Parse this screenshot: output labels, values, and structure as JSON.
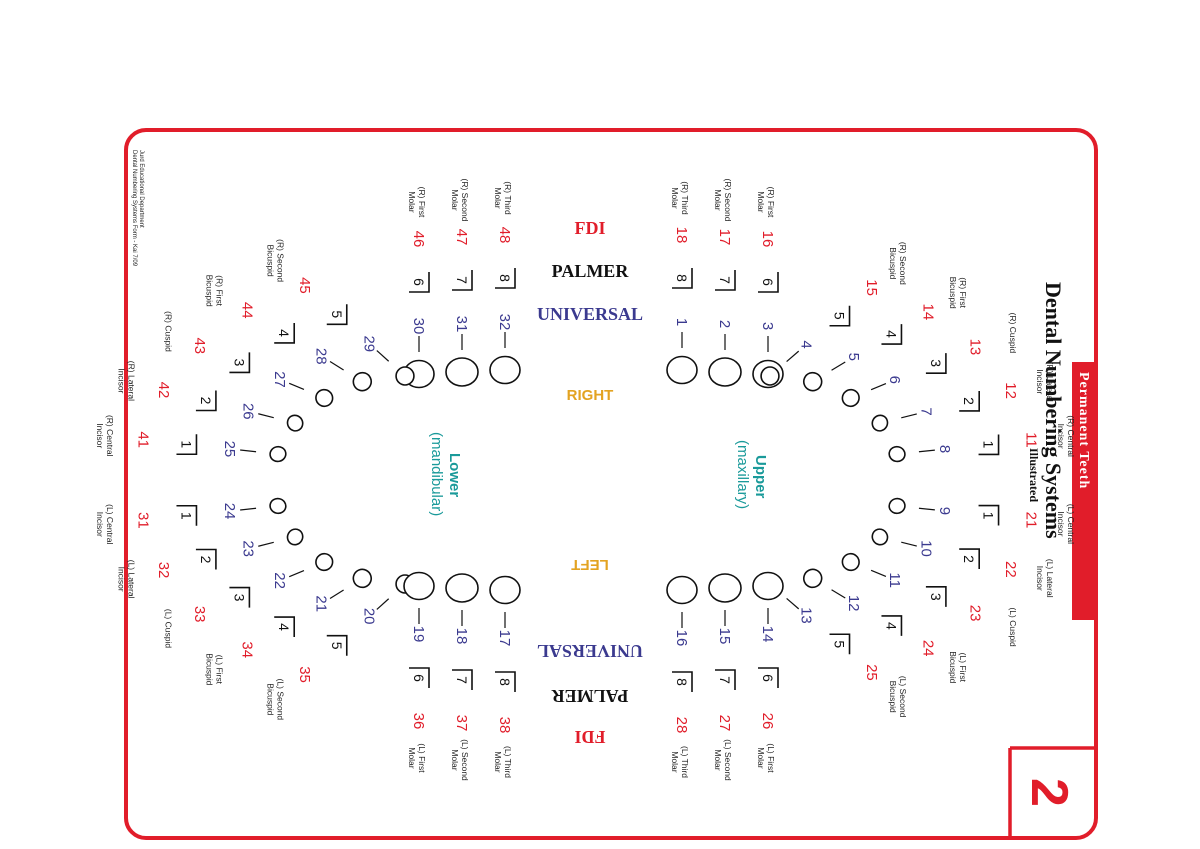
{
  "banner": "Permanent Teeth",
  "title": "Dental Numbering Systems",
  "subtitle": "Illustrated",
  "card_number": "2",
  "credit_line1": "Jurd Educational Department",
  "credit_line2": "Dental Numbering Systems Form - Kai 7/09",
  "headers": {
    "fdi": "FDI",
    "palmer": "PALMER",
    "universal": "UNIVERSAL"
  },
  "sides": {
    "right": "RIGHT",
    "left": "LEFT"
  },
  "arches": {
    "upper": "Upper",
    "upper_sub": "(maxillary)",
    "lower": "Lower",
    "lower_sub": "(mandibular)"
  },
  "colors": {
    "accent": "#e11d2a",
    "universal": "#3b3a8f",
    "side": "#e3a321",
    "arch": "#1a9a9a"
  },
  "upper_teeth": [
    {
      "universal": "1",
      "fdi": "18",
      "palmer": "8",
      "name_l1": "(R) Third",
      "name_l2": "Molar"
    },
    {
      "universal": "2",
      "fdi": "17",
      "palmer": "7",
      "name_l1": "(R) Second",
      "name_l2": "Molar"
    },
    {
      "universal": "3",
      "fdi": "16",
      "palmer": "6",
      "name_l1": "(R) First",
      "name_l2": "Molar"
    },
    {
      "universal": "4",
      "fdi": "15",
      "palmer": "5",
      "name_l1": "(R) Second",
      "name_l2": "Bicuspid"
    },
    {
      "universal": "5",
      "fdi": "14",
      "palmer": "4",
      "name_l1": "(R) First",
      "name_l2": "Bicuspid"
    },
    {
      "universal": "6",
      "fdi": "13",
      "palmer": "3",
      "name_l1": "(R) Cuspid",
      "name_l2": ""
    },
    {
      "universal": "7",
      "fdi": "12",
      "palmer": "2",
      "name_l1": "(R) Lateral",
      "name_l2": "Incisor"
    },
    {
      "universal": "8",
      "fdi": "11",
      "palmer": "1",
      "name_l1": "(R) Central",
      "name_l2": "Incisor"
    },
    {
      "universal": "9",
      "fdi": "21",
      "palmer": "1",
      "name_l1": "(L) Central",
      "name_l2": "Incisor"
    },
    {
      "universal": "10",
      "fdi": "22",
      "palmer": "2",
      "name_l1": "(L) Lateral",
      "name_l2": "Incisor"
    },
    {
      "universal": "11",
      "fdi": "23",
      "palmer": "3",
      "name_l1": "(L) Cuspid",
      "name_l2": ""
    },
    {
      "universal": "12",
      "fdi": "24",
      "palmer": "4",
      "name_l1": "(L) First",
      "name_l2": "Bicuspid"
    },
    {
      "universal": "13",
      "fdi": "25",
      "palmer": "5",
      "name_l1": "(L) Second",
      "name_l2": "Bicuspid"
    },
    {
      "universal": "14",
      "fdi": "26",
      "palmer": "6",
      "name_l1": "(L) First",
      "name_l2": "Molar"
    },
    {
      "universal": "15",
      "fdi": "27",
      "palmer": "7",
      "name_l1": "(L) Second",
      "name_l2": "Molar"
    },
    {
      "universal": "16",
      "fdi": "28",
      "palmer": "8",
      "name_l1": "(L) Third",
      "name_l2": "Molar"
    }
  ],
  "lower_teeth": [
    {
      "universal": "32",
      "fdi": "48",
      "palmer": "8",
      "name_l1": "(R) Third",
      "name_l2": "Molar"
    },
    {
      "universal": "31",
      "fdi": "47",
      "palmer": "7",
      "name_l1": "(R) Second",
      "name_l2": "Molar"
    },
    {
      "universal": "30",
      "fdi": "46",
      "palmer": "6",
      "name_l1": "(R) First",
      "name_l2": "Molar"
    },
    {
      "universal": "29",
      "fdi": "45",
      "palmer": "5",
      "name_l1": "(R) Second",
      "name_l2": "Bicuspid"
    },
    {
      "universal": "28",
      "fdi": "44",
      "palmer": "4",
      "name_l1": "(R) First",
      "name_l2": "Bicuspid"
    },
    {
      "universal": "27",
      "fdi": "43",
      "palmer": "3",
      "name_l1": "(R) Cuspid",
      "name_l2": ""
    },
    {
      "universal": "26",
      "fdi": "42",
      "palmer": "2",
      "name_l1": "(R) Lateral",
      "name_l2": "Incisor"
    },
    {
      "universal": "25",
      "fdi": "41",
      "palmer": "1",
      "name_l1": "(R) Central",
      "name_l2": "Incisor"
    },
    {
      "universal": "24",
      "fdi": "31",
      "palmer": "1",
      "name_l1": "(L) Central",
      "name_l2": "Incisor"
    },
    {
      "universal": "23",
      "fdi": "32",
      "palmer": "2",
      "name_l1": "(L) Lateral",
      "name_l2": "Incisor"
    },
    {
      "universal": "22",
      "fdi": "33",
      "palmer": "3",
      "name_l1": "(L) Cuspid",
      "name_l2": ""
    },
    {
      "universal": "21",
      "fdi": "34",
      "palmer": "4",
      "name_l1": "(L) First",
      "name_l2": "Bicuspid"
    },
    {
      "universal": "20",
      "fdi": "35",
      "palmer": "5",
      "name_l1": "(L) Second",
      "name_l2": "Bicuspid"
    },
    {
      "universal": "19",
      "fdi": "36",
      "palmer": "6",
      "name_l1": "(L) First",
      "name_l2": "Molar"
    },
    {
      "universal": "18",
      "fdi": "37",
      "palmer": "7",
      "name_l1": "(L) Second",
      "name_l2": "Molar"
    },
    {
      "universal": "17",
      "fdi": "38",
      "palmer": "8",
      "name_l1": "(L) Third",
      "name_l2": "Molar"
    }
  ]
}
